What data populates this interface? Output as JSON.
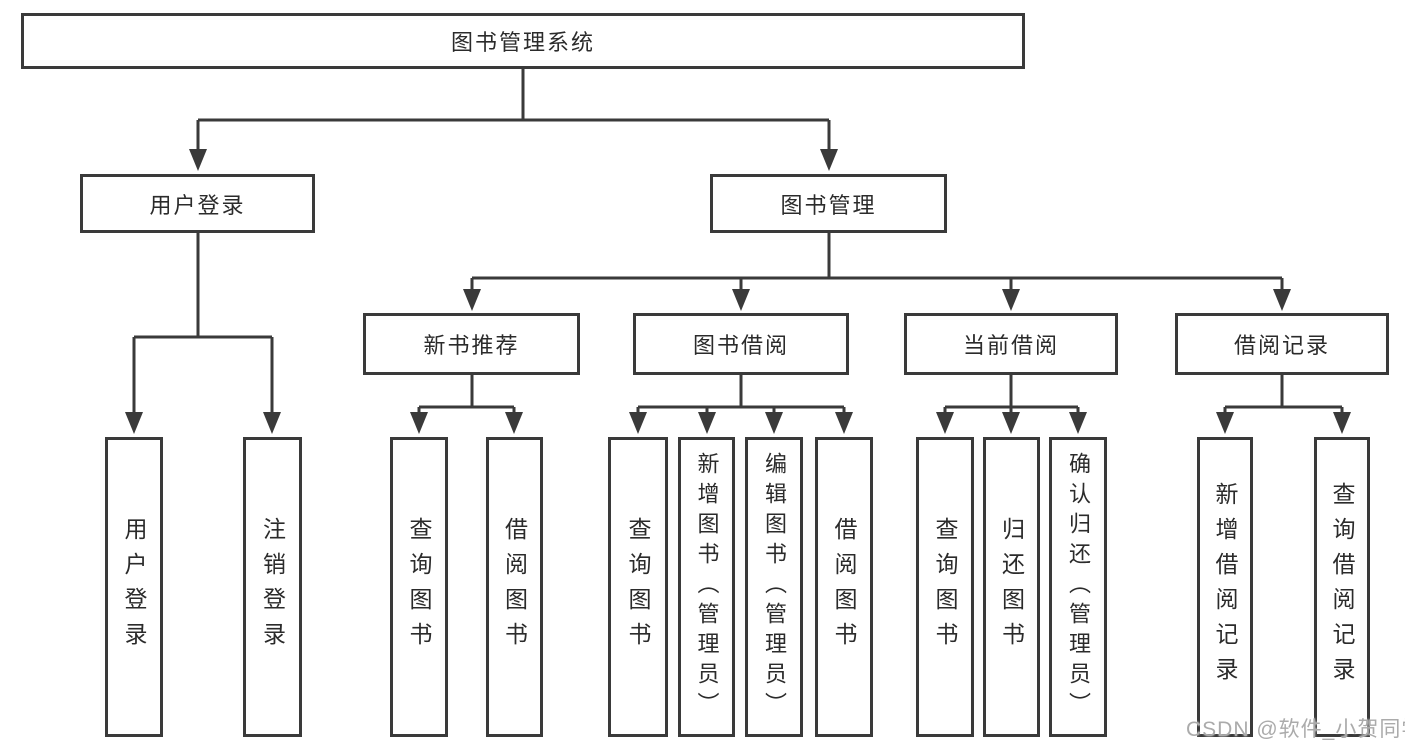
{
  "nodes": {
    "root": {
      "label": "图书管理系统"
    },
    "userLogin": {
      "label": "用户登录"
    },
    "bookMgmt": {
      "label": "图书管理"
    },
    "newBookRec": {
      "label": "新书推荐"
    },
    "bookBorrow": {
      "label": "图书借阅"
    },
    "currentBorrow": {
      "label": "当前借阅"
    },
    "borrowRecords": {
      "label": "借阅记录"
    },
    "ulLogin": {
      "label": "用户登录"
    },
    "ulLogout": {
      "label": "注销登录"
    },
    "nbrQuery": {
      "label": "查询图书"
    },
    "nbrBorrow": {
      "label": "借阅图书"
    },
    "bbQuery": {
      "label": "查询图书"
    },
    "bbAdd": {
      "label": "新增图书（管理员）"
    },
    "bbEdit": {
      "label": "编辑图书（管理员）"
    },
    "bbBorrow": {
      "label": "借阅图书"
    },
    "cbQuery": {
      "label": "查询图书"
    },
    "cbReturn": {
      "label": "归还图书"
    },
    "cbConfirm": {
      "label": "确认归还（管理员）"
    },
    "brAdd": {
      "label": "新增借阅记录"
    },
    "brQuery": {
      "label": "查询借阅记录"
    }
  },
  "edges": [
    [
      "root",
      "userLogin"
    ],
    [
      "root",
      "bookMgmt"
    ],
    [
      "userLogin",
      "ulLogin"
    ],
    [
      "userLogin",
      "ulLogout"
    ],
    [
      "bookMgmt",
      "newBookRec"
    ],
    [
      "bookMgmt",
      "bookBorrow"
    ],
    [
      "bookMgmt",
      "currentBorrow"
    ],
    [
      "bookMgmt",
      "borrowRecords"
    ],
    [
      "newBookRec",
      "nbrQuery"
    ],
    [
      "newBookRec",
      "nbrBorrow"
    ],
    [
      "bookBorrow",
      "bbQuery"
    ],
    [
      "bookBorrow",
      "bbAdd"
    ],
    [
      "bookBorrow",
      "bbEdit"
    ],
    [
      "bookBorrow",
      "bbBorrow"
    ],
    [
      "currentBorrow",
      "cbQuery"
    ],
    [
      "currentBorrow",
      "cbReturn"
    ],
    [
      "currentBorrow",
      "cbConfirm"
    ],
    [
      "borrowRecords",
      "brAdd"
    ],
    [
      "borrowRecords",
      "brQuery"
    ]
  ],
  "watermark": {
    "text": "CSDN @软件_小贺同学"
  },
  "colors": {
    "stroke": "#3a3a3a",
    "text": "#2b2b2b",
    "watermark": "#ababab"
  }
}
